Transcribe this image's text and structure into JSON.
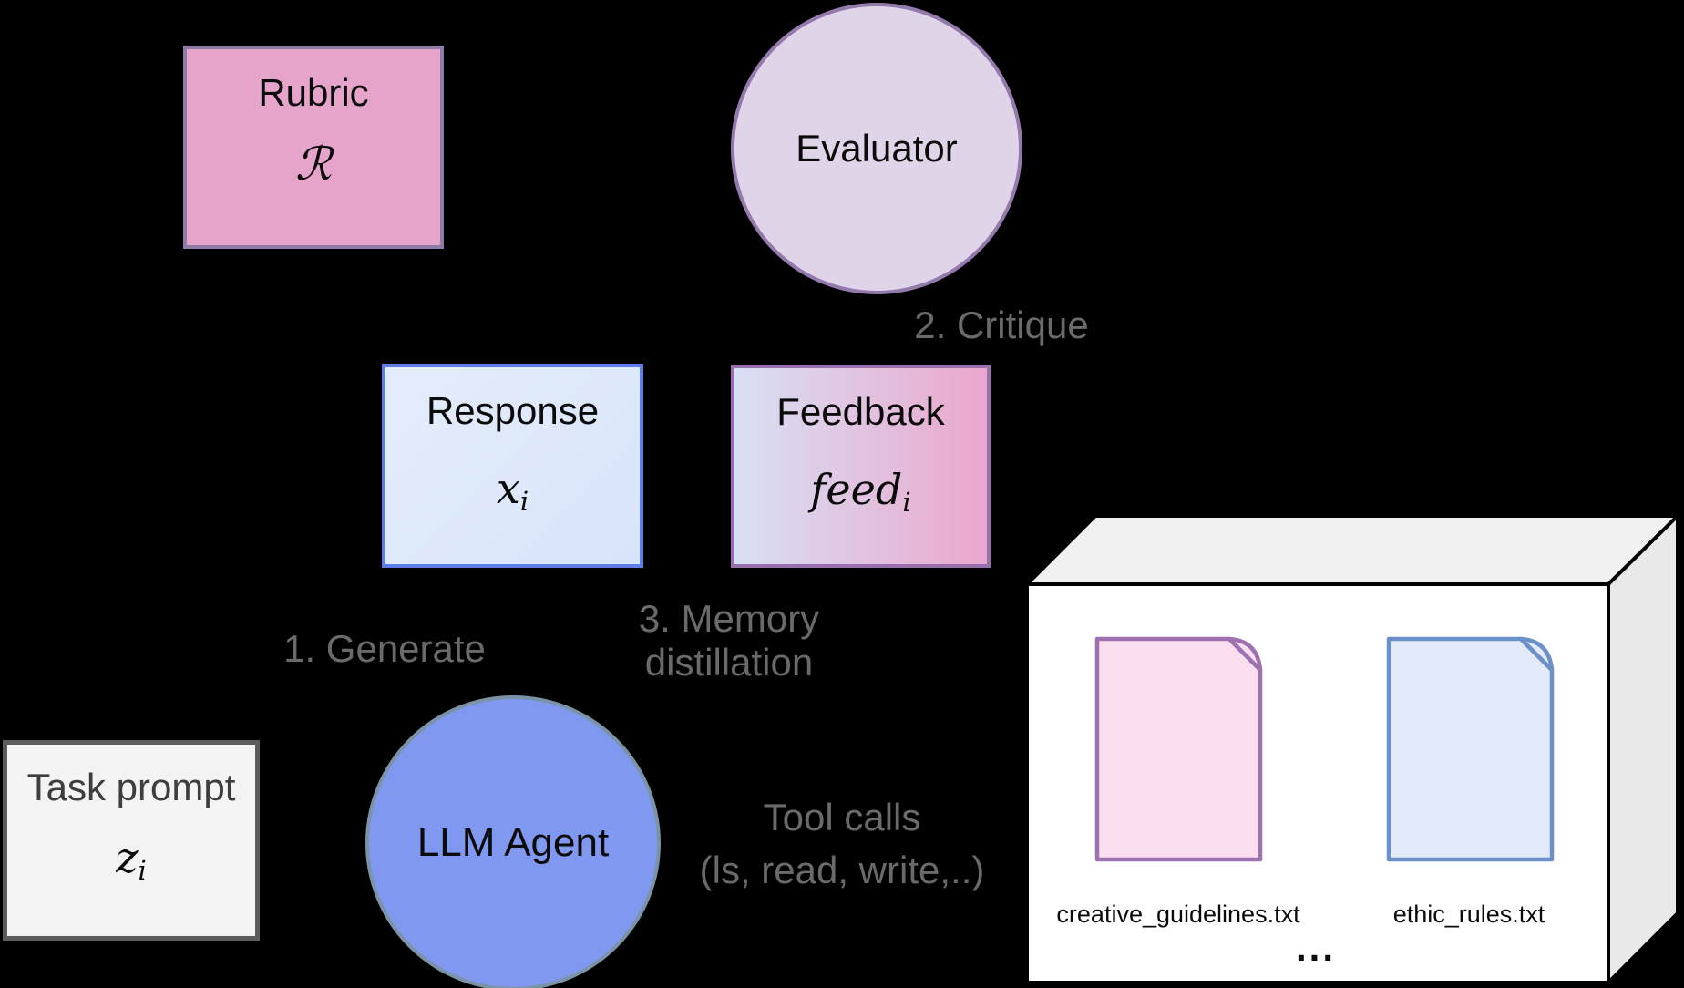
{
  "background": "#000000",
  "colors": {
    "rubric_fill": "#e6a4cb",
    "rubric_border": "#8d7ba8",
    "evaluator_fill": "#e0d5e8",
    "evaluator_border": "#9379ac",
    "response_fill": "#d8e4f9",
    "response_border": "#5c7ee6",
    "feedback_fill_left": "#d8e0f4",
    "feedback_fill_right": "#eba7cd",
    "feedback_border": "#996fb0",
    "task_fill": "#f3f3f3",
    "task_border": "#5d5d5d",
    "agent_fill": "#8098f0",
    "agent_border": "#7a93a6",
    "label_gray": "#6a6a6a",
    "box_front": "#ffffff",
    "box_top": "#f1f1f1",
    "box_side": "#e9e9e9",
    "box_border": "#000000",
    "doc_pink_fill": "#fbdff0",
    "doc_pink_border": "#9e72b0",
    "doc_blue_fill": "#e3eaf9",
    "doc_blue_border": "#6b91c8"
  },
  "nodes": {
    "rubric": {
      "title": "Rubric",
      "symbol": "ℛ"
    },
    "evaluator": {
      "label": "Evaluator"
    },
    "response": {
      "title": "Response",
      "symbol_base": "x",
      "symbol_sub": "i"
    },
    "feedback": {
      "title": "Feedback",
      "symbol_base": "feed",
      "symbol_sub": "i"
    },
    "task_prompt": {
      "title": "Task prompt",
      "symbol_base": "z",
      "symbol_sub": "i"
    },
    "llm_agent": {
      "label": "LLM Agent"
    }
  },
  "edges": {
    "generate": "1. Generate",
    "critique": "2. Critique",
    "memory_line1": "3. Memory",
    "memory_line2": "distillation",
    "tool_calls_line1": "Tool calls",
    "tool_calls_line2": "(ls, read, write,..)"
  },
  "memory_store": {
    "files": [
      {
        "name": "creative_guidelines.txt"
      },
      {
        "name": "ethic_rules.txt"
      }
    ],
    "ellipsis": "..."
  }
}
